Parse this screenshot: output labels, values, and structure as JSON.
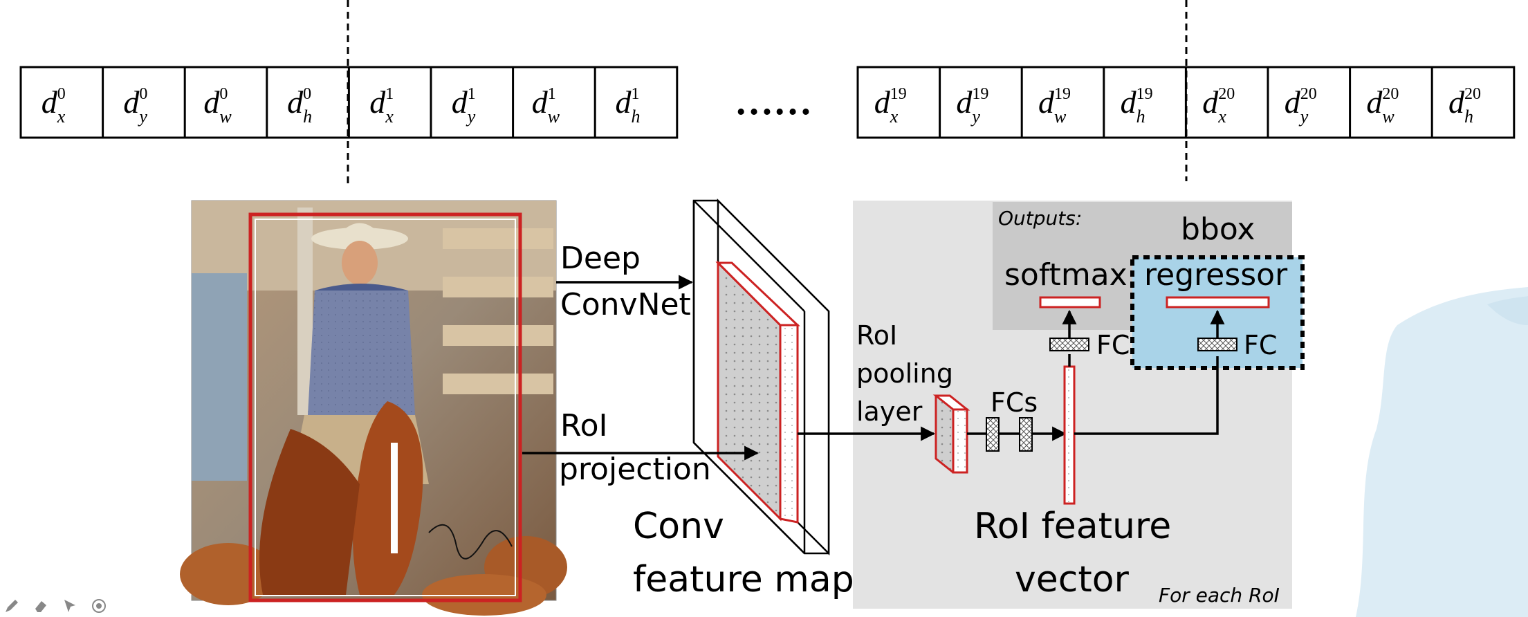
{
  "vector": {
    "group0": [
      {
        "base": "d",
        "sup": "0",
        "sub": "x"
      },
      {
        "base": "d",
        "sup": "0",
        "sub": "y"
      },
      {
        "base": "d",
        "sup": "0",
        "sub": "w"
      },
      {
        "base": "d",
        "sup": "0",
        "sub": "h"
      },
      {
        "base": "d",
        "sup": "1",
        "sub": "x"
      },
      {
        "base": "d",
        "sup": "1",
        "sub": "y"
      },
      {
        "base": "d",
        "sup": "1",
        "sub": "w"
      },
      {
        "base": "d",
        "sup": "1",
        "sub": "h"
      }
    ],
    "ellipsis": "……",
    "group1": [
      {
        "base": "d",
        "sup": "19",
        "sub": "x"
      },
      {
        "base": "d",
        "sup": "19",
        "sub": "y"
      },
      {
        "base": "d",
        "sup": "19",
        "sub": "w"
      },
      {
        "base": "d",
        "sup": "19",
        "sub": "h"
      },
      {
        "base": "d",
        "sup": "20",
        "sub": "x"
      },
      {
        "base": "d",
        "sup": "20",
        "sub": "y"
      },
      {
        "base": "d",
        "sup": "20",
        "sub": "w"
      },
      {
        "base": "d",
        "sup": "20",
        "sub": "h"
      }
    ]
  },
  "labels": {
    "deep": "Deep",
    "convnet": "ConvNet",
    "roi1": "RoI",
    "projection": "projection",
    "conv": "Conv",
    "feature_map": "feature map",
    "roi_pool_1": "RoI",
    "roi_pool_2": "pooling",
    "roi_pool_3": "layer",
    "fcs": "FCs",
    "outputs": "Outputs:",
    "softmax": "softmax",
    "fc_left": "FC",
    "bbox": "bbox",
    "regressor": "regressor",
    "fc_right": "FC",
    "roi_feature": "RoI feature",
    "vector": "vector",
    "for_each": "For each RoI"
  },
  "colors": {
    "red": "#cc2222",
    "panel_gray": "#e3e3e3",
    "outputs_gray": "#c9c9c9",
    "bbox_blue": "#a9d3e8",
    "sky_blue": "#dcecf5"
  },
  "toolbar": {
    "icons": [
      "pen-icon",
      "eraser-icon",
      "pointer-icon",
      "record-icon"
    ]
  }
}
